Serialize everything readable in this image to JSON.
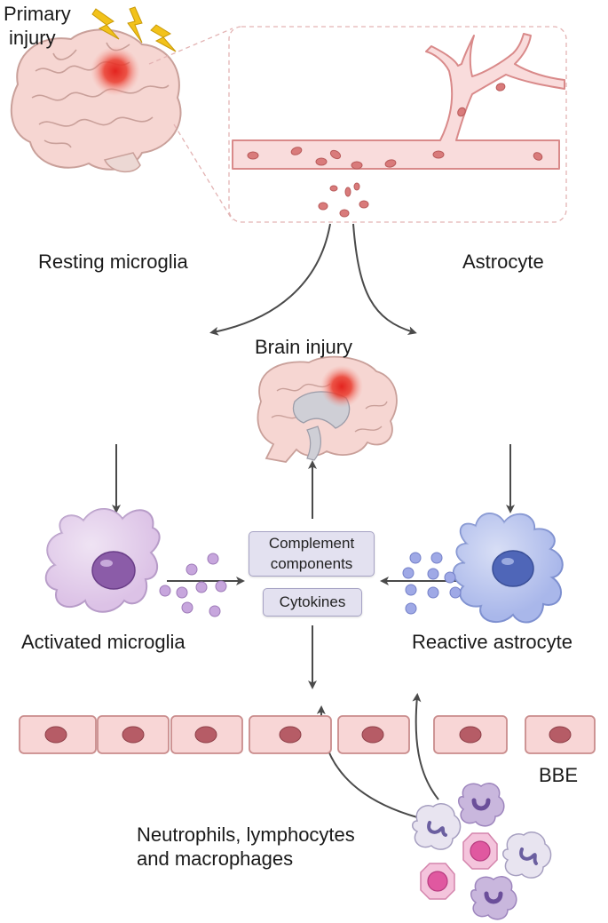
{
  "labels": {
    "primary_injury_line1": "Primary",
    "primary_injury_line2": "injury",
    "resting_microglia": "Resting microglia",
    "astrocyte": "Astrocyte",
    "brain_injury": "Brain injury",
    "complement_line1": "Complement",
    "complement_line2": "components",
    "cytokines": "Cytokines",
    "activated_microglia": "Activated microglia",
    "reactive_astrocyte": "Reactive astrocyte",
    "bbe": "BBE",
    "immune_line1": "Neutrophils, lymphocytes",
    "immune_line2": "and macrophages"
  },
  "colors": {
    "vessel_fill": "#f9dcdc",
    "vessel_stroke": "#d98a8a",
    "rbc": "#d97b7b",
    "brain_fill": "#f6d6d2",
    "brain_stroke": "#c9a09a",
    "injury_red": "#e3241f",
    "lightning": "#f2c21b",
    "microglia_fill": "#dcc2e6",
    "microglia_nucleus": "#8b5ca8",
    "astrocyte_fill": "#a9b7ea",
    "astrocyte_nucleus": "#4f66b8",
    "endothelial_fill": "#f8d6d6",
    "endothelial_nucleus": "#b65c66",
    "arrow": "#4a4a4a",
    "pill_fill": "#e3e1f0",
    "lymphocyte": "#e58ab5",
    "granulocyte": "#c9b7dd"
  }
}
